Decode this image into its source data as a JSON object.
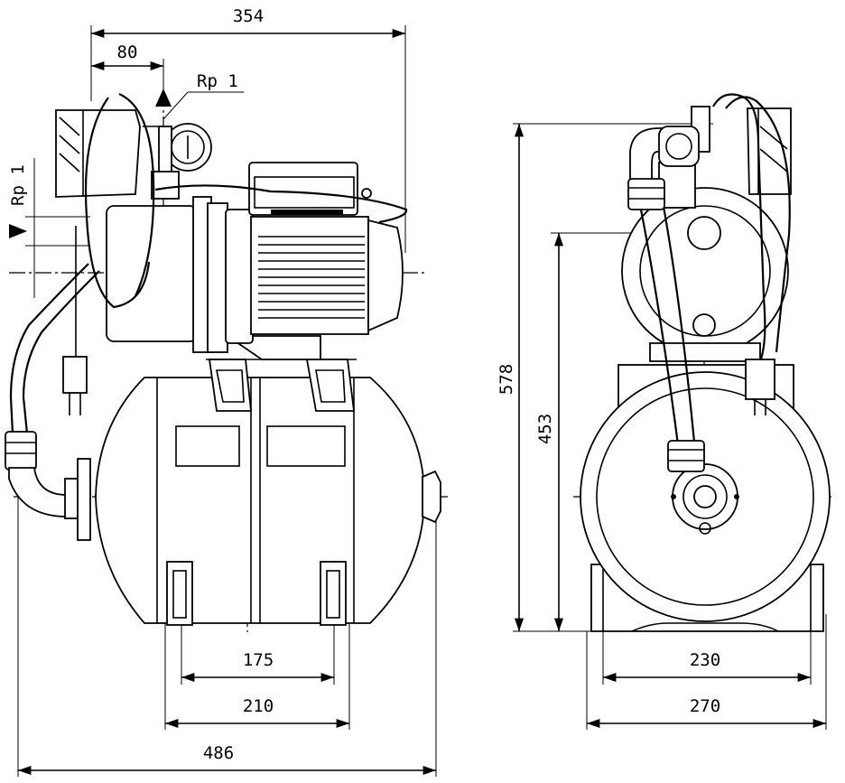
{
  "dimensions": {
    "overall_width_top": "354",
    "suction_offset": "80",
    "outlet_thread": "Rp 1",
    "inlet_thread": "Rp 1",
    "overall_height": "578",
    "outlet_height": "453",
    "foot_spacing_inner": "175",
    "foot_spacing_outer": "210",
    "overall_length": "486",
    "base_width_inner": "230",
    "base_width_outer": "270"
  }
}
